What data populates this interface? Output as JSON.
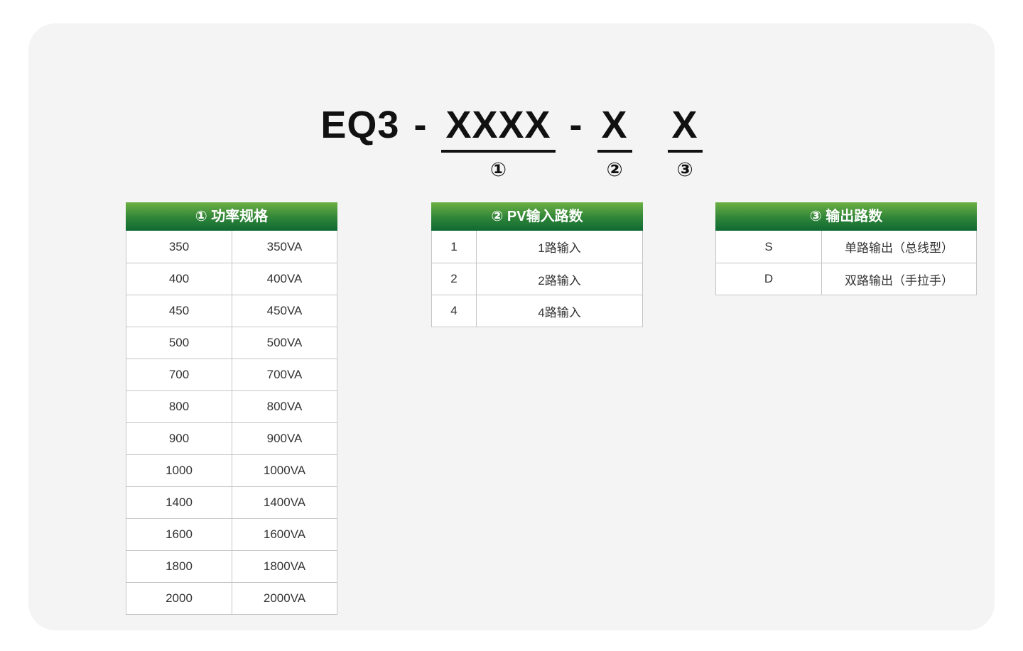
{
  "title": {
    "model": "EQ3",
    "separator1": "-",
    "segment1": "XXXX",
    "separator2": "-",
    "segment2": "X",
    "segment3": "X",
    "marker1": "①",
    "marker2": "②",
    "marker3": "③"
  },
  "tables": [
    {
      "header": "① 功率规格",
      "rows": [
        [
          "350",
          "350VA"
        ],
        [
          "400",
          "400VA"
        ],
        [
          "450",
          "450VA"
        ],
        [
          "500",
          "500VA"
        ],
        [
          "700",
          "700VA"
        ],
        [
          "800",
          "800VA"
        ],
        [
          "900",
          "900VA"
        ],
        [
          "1000",
          "1000VA"
        ],
        [
          "1400",
          "1400VA"
        ],
        [
          "1600",
          "1600VA"
        ],
        [
          "1800",
          "1800VA"
        ],
        [
          "2000",
          "2000VA"
        ]
      ]
    },
    {
      "header": "② PV输入路数",
      "rows": [
        [
          "1",
          "1路输入"
        ],
        [
          "2",
          "2路输入"
        ],
        [
          "4",
          "4路输入"
        ]
      ]
    },
    {
      "header": "③ 输出路数",
      "rows": [
        [
          "S",
          "单路输出（总线型）"
        ],
        [
          "D",
          "双路输出（手拉手）"
        ]
      ]
    }
  ],
  "colors": {
    "header_gradient_top": "#6cb043",
    "header_gradient_bottom": "#0e6a33",
    "card_background": "#f4f4f4",
    "cell_border": "#c6c6c6",
    "cell_text": "#333333",
    "header_text": "#ffffff",
    "title_text": "#111111"
  }
}
